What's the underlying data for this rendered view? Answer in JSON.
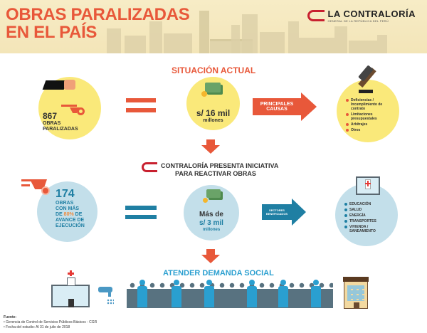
{
  "header": {
    "title_line1": "OBRAS PARALIZADAS",
    "title_line2": "EN EL PAÍS",
    "logo_name": "LA CONTRALORÍA",
    "logo_sub": "GENERAL DE LA REPÚBLICA DEL PERÚ"
  },
  "situacion": {
    "title": "SITUACIÓN ACTUAL",
    "obras_count": "867",
    "obras_label1": "OBRAS",
    "obras_label2": "PARALIZADAS",
    "amount": "s/ 16 mil",
    "amount_unit": "millones",
    "arrow_label": "PRINCIPALES CAUSAS",
    "causes": [
      "Deficiencias / Incumplimiento de contrato",
      "Limitaciones presupuestales",
      "Arbitrajes",
      "Otros"
    ]
  },
  "iniciativa": {
    "line1": "CONTRALORÍA PRESENTA INICIATIVA",
    "line2": "PARA REACTIVAR OBRAS",
    "obras_count": "174",
    "obras_l1": "OBRAS",
    "obras_l2": "CON MÁS",
    "obras_l3a": "DE ",
    "obras_pct": "80%",
    "obras_l3b": " DE",
    "obras_l4": "AVANCE DE",
    "obras_l5": "EJECUCIÓN",
    "amount_pre": "Más de",
    "amount": "s/ 3 mil",
    "amount_unit": "millones",
    "arrow_label": "SECTORES BENEFICIADOS",
    "sectors": [
      "EDUCACIÓN",
      "SALUD",
      "ENERGÍA",
      "TRANSPORTES",
      "VIVIENDA / SANEAMIENTO"
    ]
  },
  "social": {
    "title": "ATENDER DEMANDA SOCIAL"
  },
  "footer": {
    "label": "Fuente:",
    "items": [
      "• Gerencia de Control de Servicios Públicos Básicos - CGR",
      "• Fecha del estudio: Al 31 de julio de 2018"
    ]
  },
  "colors": {
    "orange": "#e8583a",
    "yellow": "#fae97a",
    "light_blue": "#c3dfea",
    "dark_blue": "#1f7fa3",
    "brand_red": "#c8202f"
  }
}
